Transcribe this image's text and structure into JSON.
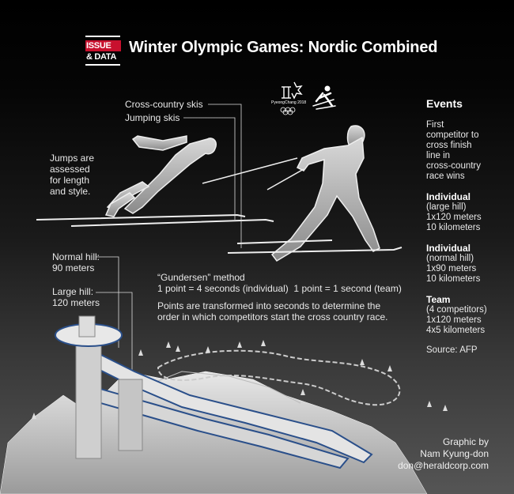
{
  "logo": {
    "issue": "ISSUE",
    "data": "& DATA"
  },
  "title": "Winter Olympic Games: Nordic Combined",
  "labels": {
    "cross_country_skis": "Cross-country skis",
    "jumping_skis": "Jumping skis",
    "jumps_assessed": [
      "Jumps are",
      "assessed",
      "for length",
      "and style."
    ],
    "normal_hill": [
      "Normal hill:",
      "90 meters"
    ],
    "large_hill": [
      "Large hill:",
      "120 meters"
    ],
    "pyeongchang": "PyeongChang 2018"
  },
  "gundersen": {
    "title": "“Gundersen” method",
    "rule": "1 point = 4 seconds (individual)  1 point = 1 second (team)",
    "desc": [
      "Points are transformed into seconds to determine the",
      "order in which competitors start the cross country race."
    ]
  },
  "events": {
    "title": "Events",
    "intro": [
      "First",
      "competitor to",
      "cross finish",
      "line in",
      "cross-country",
      "race wins"
    ],
    "individual_large": {
      "head": "Individual",
      "lines": [
        "(large hill)",
        "1x120 meters",
        "10 kilometers"
      ]
    },
    "individual_normal": {
      "head": "Individual",
      "lines": [
        "(normal hill)",
        "1x90 meters",
        "10 kilometers"
      ]
    },
    "team": {
      "head": "Team",
      "lines": [
        "(4 competitors)",
        "1x120 meters",
        "4x5 kilometers"
      ]
    },
    "source": "Source: AFP"
  },
  "credit": {
    "line1": "Graphic by",
    "line2": "Nam Kyung-don",
    "email": "don@heraldcorp.com"
  },
  "colors": {
    "logo_red": "#c8102e",
    "track_blue": "#2a4f8a"
  }
}
